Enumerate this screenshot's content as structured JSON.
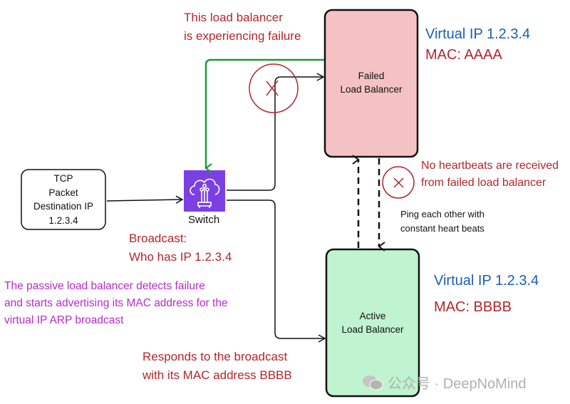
{
  "annotations": {
    "failure_note": [
      "This load balancer",
      "is experiencing failure"
    ],
    "broadcast": [
      "Broadcast:",
      "Who has IP 1.2.3.4"
    ],
    "no_heartbeat": [
      "No heartbeats are received",
      "from failed load balancer"
    ],
    "ping": [
      "Ping each other with",
      "constant heart beats"
    ],
    "passive_detects": [
      "The passive load balancer detects failure",
      "and starts advertising its MAC address for the",
      "virtual IP ARP broadcast"
    ],
    "responds": [
      "Responds to the broadcast",
      "with its MAC address BBBB"
    ]
  },
  "nodes": {
    "packet": {
      "lines": [
        "TCP",
        "Packet",
        "Destination IP",
        "1.2.3.4"
      ]
    },
    "switch": {
      "label": "Switch",
      "icon": "cloud-network-icon",
      "color": "#7b3fe4"
    },
    "failed_lb": {
      "lines": [
        "Failed",
        "Load Balancer"
      ],
      "virtual_ip": "Virtual IP 1.2.3.4",
      "mac": "MAC: AAAA",
      "fill": "#f5c2c4"
    },
    "active_lb": {
      "lines": [
        "Active",
        "Load Balancer"
      ],
      "virtual_ip": "Virtual IP 1.2.3.4",
      "mac": "MAC: BBBB",
      "fill": "#c0f3cf"
    }
  },
  "watermark": {
    "text": "公众号 · DeepNoMind",
    "icon": "wechat-icon"
  },
  "colors": {
    "red": "#b3262b",
    "blue": "#1a5fb4",
    "purple": "#b82bc9",
    "green": "#1e9a3c"
  }
}
